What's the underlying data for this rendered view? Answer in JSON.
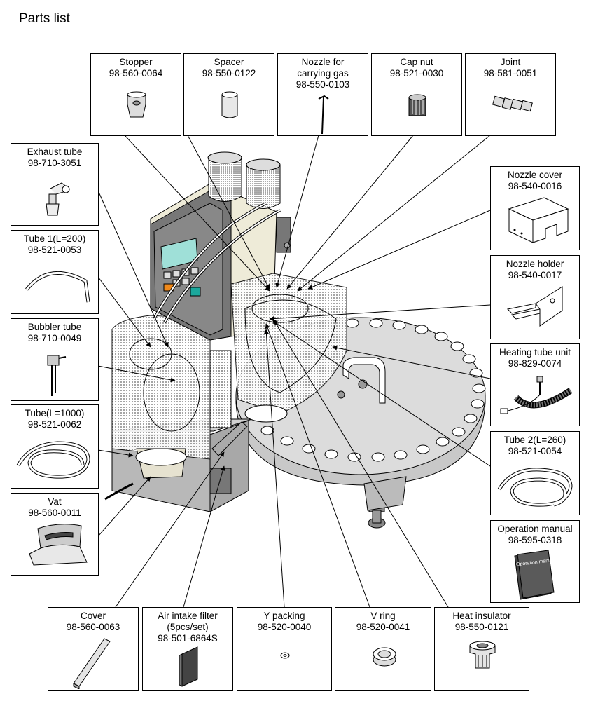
{
  "title": "Parts list",
  "parts": {
    "stopper": "Stopper\n98-560-0064",
    "spacer": "Spacer\n98-550-0122",
    "nozzle_gas": "Nozzle for\ncarrying gas\n98-550-0103",
    "cap_nut": "Cap nut\n98-521-0030",
    "joint": "Joint\n98-581-0051",
    "exhaust_tube": "Exhaust tube\n98-710-3051",
    "tube1": "Tube 1(L=200)\n98-521-0053",
    "bubbler_tube": "Bubbler tube\n98-710-0049",
    "tube_1000": "Tube(L=1000)\n98-521-0062",
    "vat": "Vat\n98-560-0011",
    "nozzle_cover": "Nozzle cover\n98-540-0016",
    "nozzle_holder": "Nozzle holder\n98-540-0017",
    "heating_tube": "Heating tube unit\n98-829-0074",
    "tube2": "Tube 2(L=260)\n98-521-0054",
    "manual": "Operation manual\n98-595-0318",
    "manual_cover_text": "Operation manual",
    "cover": "Cover\n98-560-0063",
    "air_filter": "Air intake filter\n(5pcs/set)\n98-501-6864S",
    "y_packing": "Y packing\n98-520-0040",
    "v_ring": "V ring\n98-520-0041",
    "heat_insulator": "Heat insulator\n98-550-0121"
  }
}
